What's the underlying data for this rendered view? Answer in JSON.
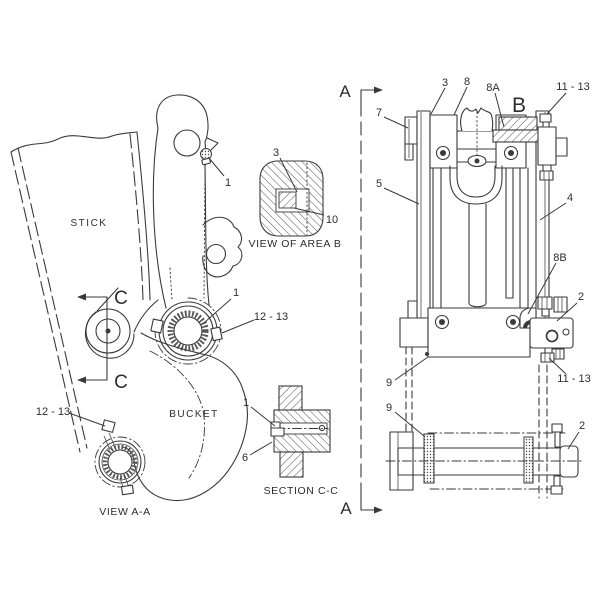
{
  "colors": {
    "background": "#ffffff",
    "line": "#3a3a3a",
    "text": "#2d2d2d"
  },
  "labels": {
    "stick": "STICK",
    "bucket": "BUCKET",
    "view_aa": "VIEW A-A",
    "view_area_b": "VIEW OF AREA B",
    "section_cc": "SECTION C-C"
  },
  "section_letters": {
    "a_top": "A",
    "a_bottom": "A",
    "b": "B",
    "c_top": "C",
    "c_bottom": "C"
  },
  "callouts": {
    "link_bolt_top": "1",
    "bearing_mid": "1",
    "shims_mid": "12 - 13",
    "shims_bucket": "12 - 13",
    "area_b_retainer": "3",
    "area_b_shim": "10",
    "section_cc_bolt": "1",
    "section_cc_housing": "6",
    "asm_plate_7": "7",
    "asm_retainer_3": "3",
    "asm_block_8": "8",
    "asm_block_8a": "8A",
    "asm_bolts_top": "11 - 13",
    "asm_plate_5": "5",
    "asm_plate_4": "4",
    "asm_block_8b": "8B",
    "asm_block_2_mid": "2",
    "asm_seal_9_upper": "9",
    "asm_bolts_mid": "11 - 13",
    "asm_seal_9_lower": "9",
    "asm_block_2_bottom": "2"
  }
}
